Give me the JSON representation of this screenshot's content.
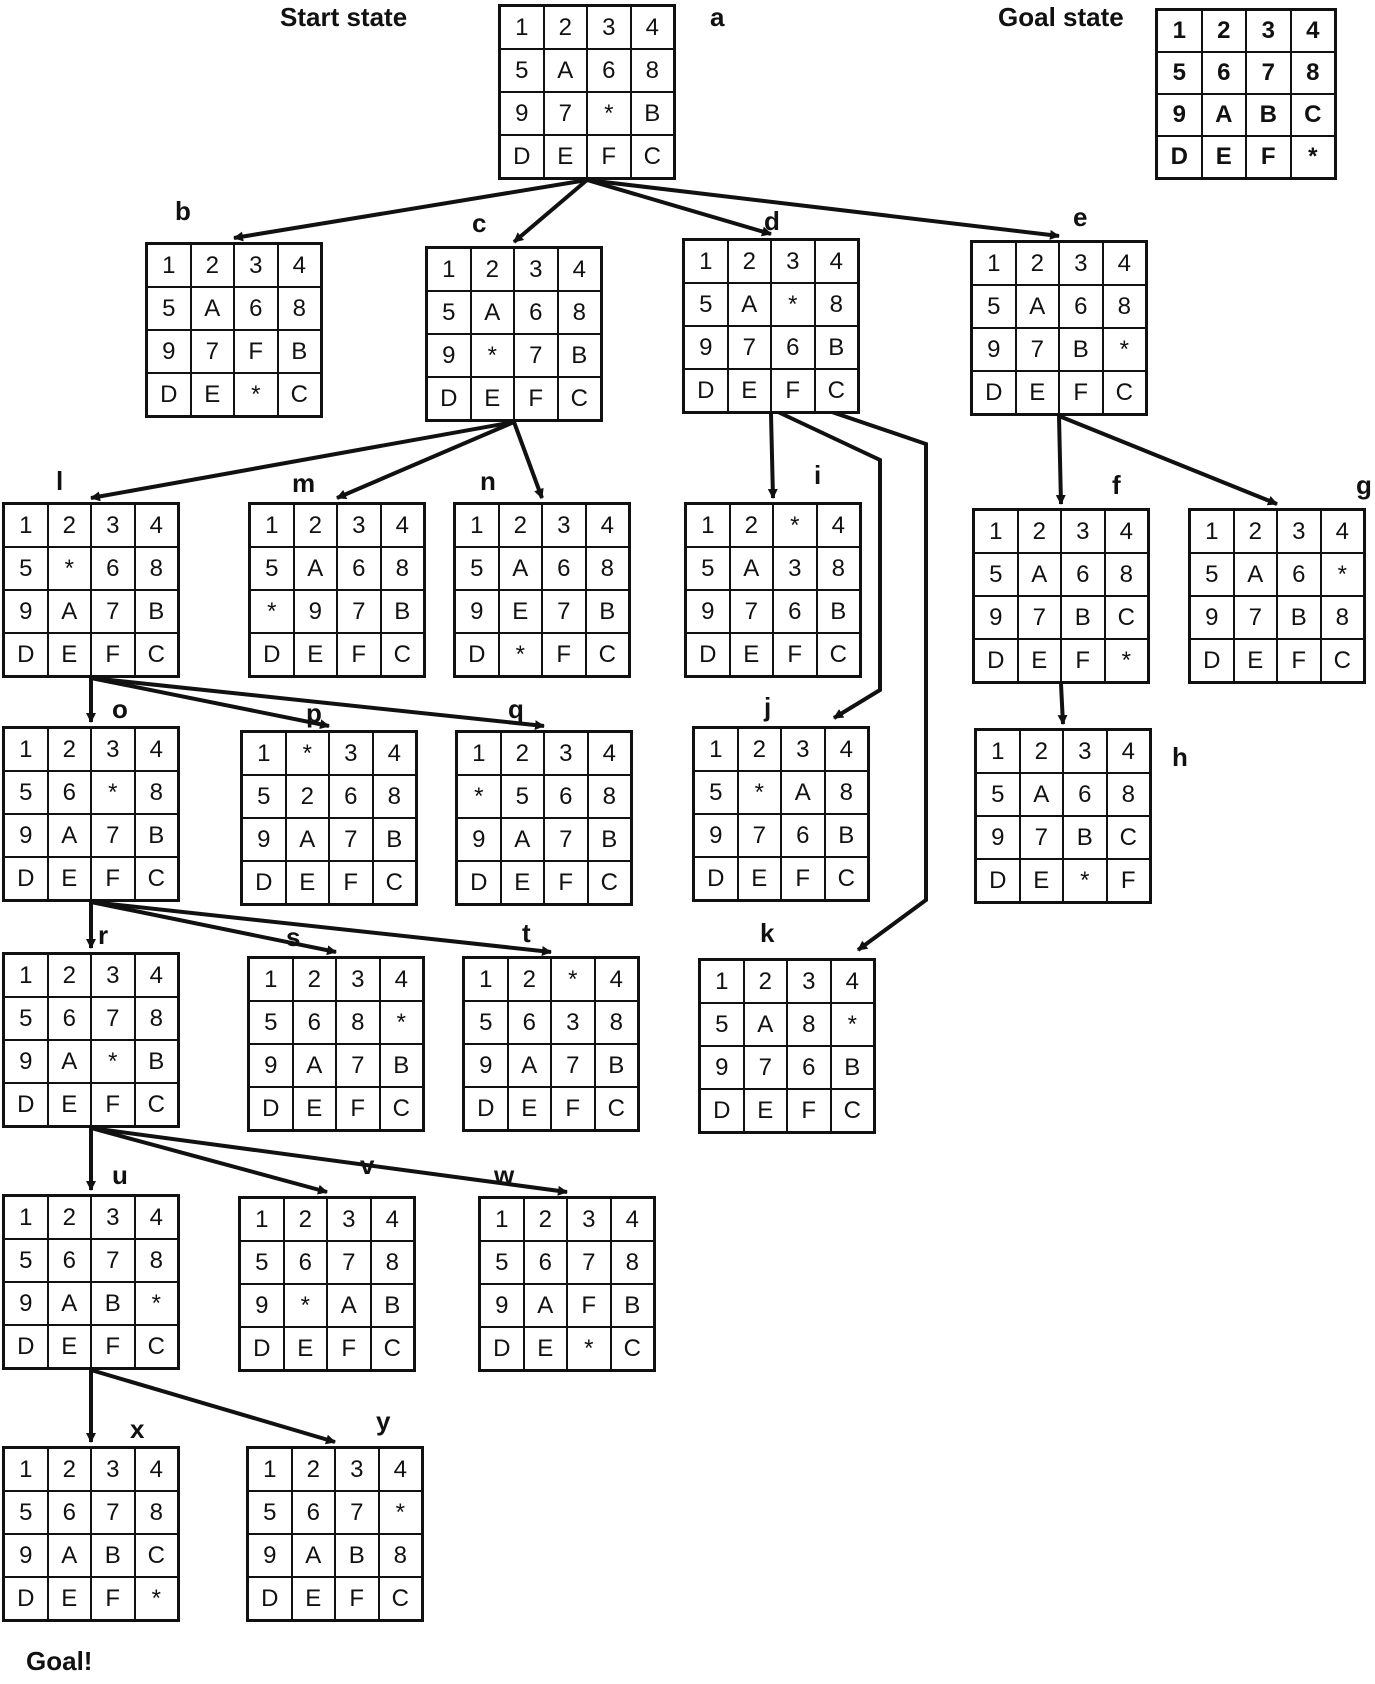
{
  "captions": {
    "start_state": "Start state",
    "goal_state": "Goal state",
    "goal_reached": "Goal!"
  },
  "goal_puzzle": [
    [
      "1",
      "2",
      "3",
      "4"
    ],
    [
      "5",
      "6",
      "7",
      "8"
    ],
    [
      "9",
      "A",
      "B",
      "C"
    ],
    [
      "D",
      "E",
      "F",
      "*"
    ]
  ],
  "nodes": [
    {
      "id": "a",
      "label": "a",
      "cells": [
        [
          "1",
          "2",
          "3",
          "4"
        ],
        [
          "5",
          "A",
          "6",
          "8"
        ],
        [
          "9",
          "7",
          "*",
          "B"
        ],
        [
          "D",
          "E",
          "F",
          "C"
        ]
      ]
    },
    {
      "id": "b",
      "label": "b",
      "cells": [
        [
          "1",
          "2",
          "3",
          "4"
        ],
        [
          "5",
          "A",
          "6",
          "8"
        ],
        [
          "9",
          "7",
          "F",
          "B"
        ],
        [
          "D",
          "E",
          "*",
          "C"
        ]
      ]
    },
    {
      "id": "c",
      "label": "c",
      "cells": [
        [
          "1",
          "2",
          "3",
          "4"
        ],
        [
          "5",
          "A",
          "6",
          "8"
        ],
        [
          "9",
          "*",
          "7",
          "B"
        ],
        [
          "D",
          "E",
          "F",
          "C"
        ]
      ]
    },
    {
      "id": "d",
      "label": "d",
      "cells": [
        [
          "1",
          "2",
          "3",
          "4"
        ],
        [
          "5",
          "A",
          "*",
          "8"
        ],
        [
          "9",
          "7",
          "6",
          "B"
        ],
        [
          "D",
          "E",
          "F",
          "C"
        ]
      ]
    },
    {
      "id": "e",
      "label": "e",
      "cells": [
        [
          "1",
          "2",
          "3",
          "4"
        ],
        [
          "5",
          "A",
          "6",
          "8"
        ],
        [
          "9",
          "7",
          "B",
          "*"
        ],
        [
          "D",
          "E",
          "F",
          "C"
        ]
      ]
    },
    {
      "id": "l",
      "label": "l",
      "cells": [
        [
          "1",
          "2",
          "3",
          "4"
        ],
        [
          "5",
          "*",
          "6",
          "8"
        ],
        [
          "9",
          "A",
          "7",
          "B"
        ],
        [
          "D",
          "E",
          "F",
          "C"
        ]
      ]
    },
    {
      "id": "m",
      "label": "m",
      "cells": [
        [
          "1",
          "2",
          "3",
          "4"
        ],
        [
          "5",
          "A",
          "6",
          "8"
        ],
        [
          "*",
          "9",
          "7",
          "B"
        ],
        [
          "D",
          "E",
          "F",
          "C"
        ]
      ]
    },
    {
      "id": "n",
      "label": "n",
      "cells": [
        [
          "1",
          "2",
          "3",
          "4"
        ],
        [
          "5",
          "A",
          "6",
          "8"
        ],
        [
          "9",
          "E",
          "7",
          "B"
        ],
        [
          "D",
          "*",
          "F",
          "C"
        ]
      ]
    },
    {
      "id": "i",
      "label": "i",
      "cells": [
        [
          "1",
          "2",
          "*",
          "4"
        ],
        [
          "5",
          "A",
          "3",
          "8"
        ],
        [
          "9",
          "7",
          "6",
          "B"
        ],
        [
          "D",
          "E",
          "F",
          "C"
        ]
      ]
    },
    {
      "id": "f",
      "label": "f",
      "cells": [
        [
          "1",
          "2",
          "3",
          "4"
        ],
        [
          "5",
          "A",
          "6",
          "8"
        ],
        [
          "9",
          "7",
          "B",
          "C"
        ],
        [
          "D",
          "E",
          "F",
          "*"
        ]
      ]
    },
    {
      "id": "g",
      "label": "g",
      "cells": [
        [
          "1",
          "2",
          "3",
          "4"
        ],
        [
          "5",
          "A",
          "6",
          "*"
        ],
        [
          "9",
          "7",
          "B",
          "8"
        ],
        [
          "D",
          "E",
          "F",
          "C"
        ]
      ]
    },
    {
      "id": "o",
      "label": "o",
      "cells": [
        [
          "1",
          "2",
          "3",
          "4"
        ],
        [
          "5",
          "6",
          "*",
          "8"
        ],
        [
          "9",
          "A",
          "7",
          "B"
        ],
        [
          "D",
          "E",
          "F",
          "C"
        ]
      ]
    },
    {
      "id": "p",
      "label": "p",
      "cells": [
        [
          "1",
          "*",
          "3",
          "4"
        ],
        [
          "5",
          "2",
          "6",
          "8"
        ],
        [
          "9",
          "A",
          "7",
          "B"
        ],
        [
          "D",
          "E",
          "F",
          "C"
        ]
      ]
    },
    {
      "id": "q",
      "label": "q",
      "cells": [
        [
          "1",
          "2",
          "3",
          "4"
        ],
        [
          "*",
          "5",
          "6",
          "8"
        ],
        [
          "9",
          "A",
          "7",
          "B"
        ],
        [
          "D",
          "E",
          "F",
          "C"
        ]
      ]
    },
    {
      "id": "j",
      "label": "j",
      "cells": [
        [
          "1",
          "2",
          "3",
          "4"
        ],
        [
          "5",
          "*",
          "A",
          "8"
        ],
        [
          "9",
          "7",
          "6",
          "B"
        ],
        [
          "D",
          "E",
          "F",
          "C"
        ]
      ]
    },
    {
      "id": "h",
      "label": "h",
      "cells": [
        [
          "1",
          "2",
          "3",
          "4"
        ],
        [
          "5",
          "A",
          "6",
          "8"
        ],
        [
          "9",
          "7",
          "B",
          "C"
        ],
        [
          "D",
          "E",
          "*",
          "F"
        ]
      ]
    },
    {
      "id": "r",
      "label": "r",
      "cells": [
        [
          "1",
          "2",
          "3",
          "4"
        ],
        [
          "5",
          "6",
          "7",
          "8"
        ],
        [
          "9",
          "A",
          "*",
          "B"
        ],
        [
          "D",
          "E",
          "F",
          "C"
        ]
      ]
    },
    {
      "id": "s",
      "label": "s",
      "cells": [
        [
          "1",
          "2",
          "3",
          "4"
        ],
        [
          "5",
          "6",
          "8",
          "*"
        ],
        [
          "9",
          "A",
          "7",
          "B"
        ],
        [
          "D",
          "E",
          "F",
          "C"
        ]
      ]
    },
    {
      "id": "t",
      "label": "t",
      "cells": [
        [
          "1",
          "2",
          "*",
          "4"
        ],
        [
          "5",
          "6",
          "3",
          "8"
        ],
        [
          "9",
          "A",
          "7",
          "B"
        ],
        [
          "D",
          "E",
          "F",
          "C"
        ]
      ]
    },
    {
      "id": "k",
      "label": "k",
      "cells": [
        [
          "1",
          "2",
          "3",
          "4"
        ],
        [
          "5",
          "A",
          "8",
          "*"
        ],
        [
          "9",
          "7",
          "6",
          "B"
        ],
        [
          "D",
          "E",
          "F",
          "C"
        ]
      ]
    },
    {
      "id": "u",
      "label": "u",
      "cells": [
        [
          "1",
          "2",
          "3",
          "4"
        ],
        [
          "5",
          "6",
          "7",
          "8"
        ],
        [
          "9",
          "A",
          "B",
          "*"
        ],
        [
          "D",
          "E",
          "F",
          "C"
        ]
      ]
    },
    {
      "id": "v",
      "label": "v",
      "cells": [
        [
          "1",
          "2",
          "3",
          "4"
        ],
        [
          "5",
          "6",
          "7",
          "8"
        ],
        [
          "9",
          "*",
          "A",
          "B"
        ],
        [
          "D",
          "E",
          "F",
          "C"
        ]
      ]
    },
    {
      "id": "w",
      "label": "w",
      "cells": [
        [
          "1",
          "2",
          "3",
          "4"
        ],
        [
          "5",
          "6",
          "7",
          "8"
        ],
        [
          "9",
          "A",
          "F",
          "B"
        ],
        [
          "D",
          "E",
          "*",
          "C"
        ]
      ]
    },
    {
      "id": "x",
      "label": "x",
      "cells": [
        [
          "1",
          "2",
          "3",
          "4"
        ],
        [
          "5",
          "6",
          "7",
          "8"
        ],
        [
          "9",
          "A",
          "B",
          "C"
        ],
        [
          "D",
          "E",
          "F",
          "*"
        ]
      ]
    },
    {
      "id": "y",
      "label": "y",
      "cells": [
        [
          "1",
          "2",
          "3",
          "4"
        ],
        [
          "5",
          "6",
          "7",
          "*"
        ],
        [
          "9",
          "A",
          "B",
          "8"
        ],
        [
          "D",
          "E",
          "F",
          "C"
        ]
      ]
    }
  ],
  "edges": [
    [
      "a",
      "b"
    ],
    [
      "a",
      "c"
    ],
    [
      "a",
      "d"
    ],
    [
      "a",
      "e"
    ],
    [
      "c",
      "l"
    ],
    [
      "c",
      "m"
    ],
    [
      "c",
      "n"
    ],
    [
      "d",
      "i"
    ],
    [
      "d",
      "j"
    ],
    [
      "d",
      "k"
    ],
    [
      "e",
      "f"
    ],
    [
      "e",
      "g"
    ],
    [
      "f",
      "h"
    ],
    [
      "l",
      "o"
    ],
    [
      "l",
      "p"
    ],
    [
      "l",
      "q"
    ],
    [
      "o",
      "r"
    ],
    [
      "o",
      "s"
    ],
    [
      "o",
      "t"
    ],
    [
      "r",
      "u"
    ],
    [
      "r",
      "v"
    ],
    [
      "r",
      "w"
    ],
    [
      "u",
      "x"
    ],
    [
      "u",
      "y"
    ]
  ]
}
